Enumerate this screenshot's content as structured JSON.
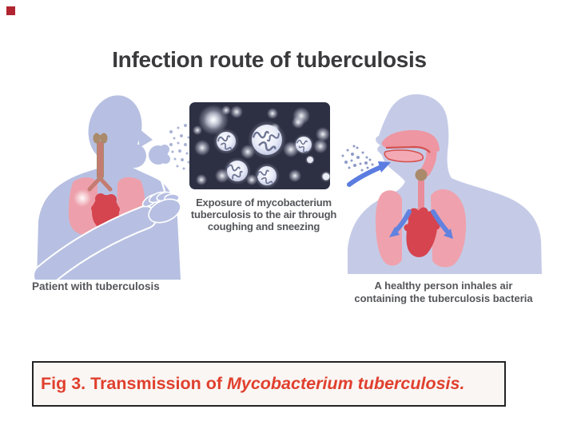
{
  "slide": {
    "corner_marker_color": "#b12531",
    "title": "Infection route of tuberculosis",
    "left_figure": {
      "label": "Patient with tuberculosis",
      "illustration": "patient-coughing-silhouette"
    },
    "center_panel": {
      "background": "#2d3043",
      "illustration": "airborne-bacteria-droplets",
      "caption_lines": [
        "Exposure of mycobacterium",
        "tuberculosis to the air through",
        "coughing and sneezing"
      ]
    },
    "right_figure": {
      "label_lines": [
        "A healthy person inhales air",
        "containing the tuberculosis bacteria"
      ],
      "illustration": "healthy-person-inhaling-silhouette"
    },
    "figure_caption": {
      "prefix": "Fig 3. Transmission of ",
      "species_italic": "Mycobacterium tuberculosis.",
      "text_color": "#e0402e",
      "background": "#faf6f4"
    },
    "colors": {
      "title": "#3a3a3c",
      "labels": "#55565a",
      "body_left": "#b7c0e2",
      "body_right": "#c5cbe7",
      "lungs_pink": "#eda0ab",
      "heart_red": "#d5454f",
      "trachea_brown": "#a98a6a",
      "airway_pink": "#ee96a2",
      "airway_dark": "#d5504f",
      "arrow_blue": "#5b7ce0",
      "bacteria_squiggle": "#6e7594"
    }
  }
}
